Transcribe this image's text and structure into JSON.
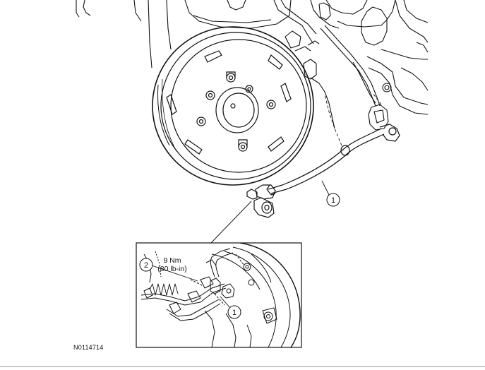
{
  "main_view": {
    "callout_1": "1"
  },
  "detail_view": {
    "callout_1": "1",
    "callout_2": "2",
    "torque_nm": "9 Nm",
    "torque_lbin": "(80 lb-in)"
  },
  "figure_id": "N0114714"
}
